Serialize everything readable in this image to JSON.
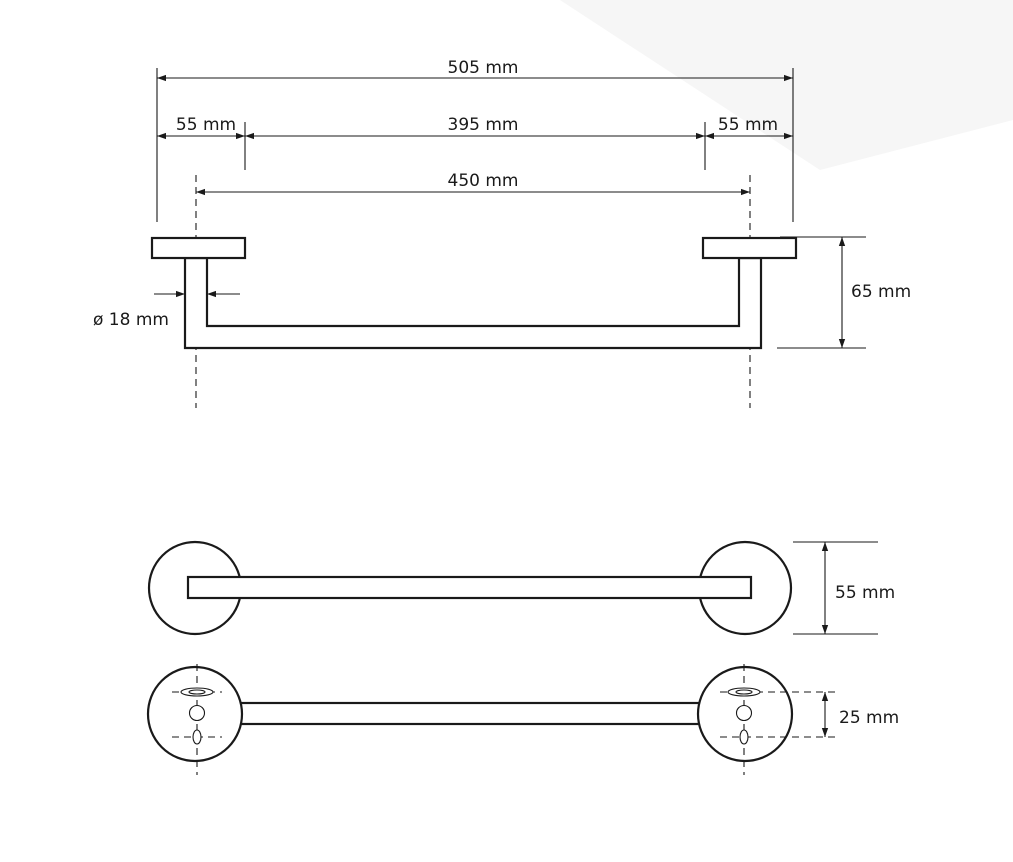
{
  "dimensions": {
    "overall_length": "505 mm",
    "left_flange": "55 mm",
    "inner_span": "395 mm",
    "right_flange": "55 mm",
    "center_distance": "450 mm",
    "tube_diameter": "ø 18 mm",
    "projection_depth": "65 mm",
    "flange_diameter": "55 mm",
    "hole_spacing": "25 mm"
  },
  "colors": {
    "line": "#1a1a1a",
    "background": "#ffffff"
  }
}
